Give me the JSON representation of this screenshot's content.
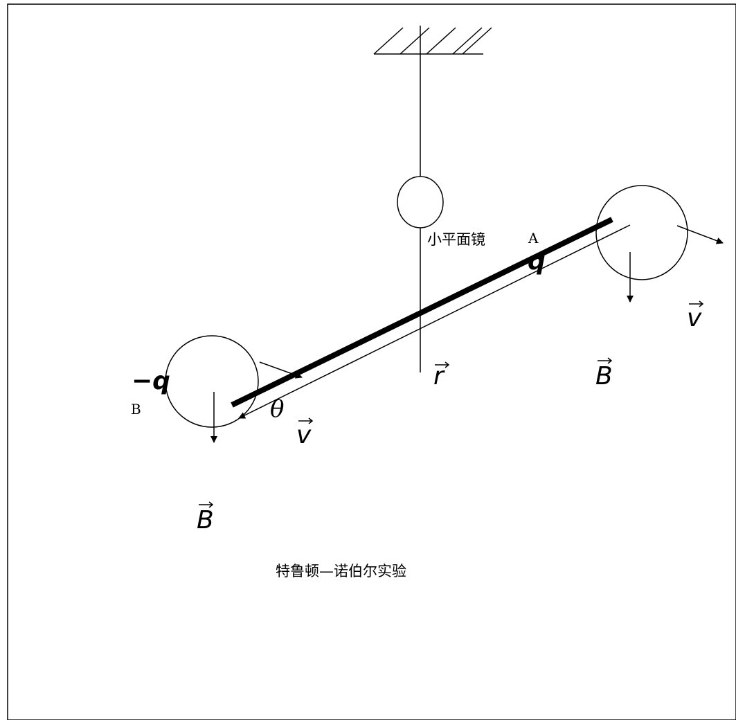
{
  "labels": {
    "mirror": "小平面镜",
    "point_a": "A",
    "point_b": "B",
    "charge_pos": "q",
    "charge_neg": "−q",
    "r_vec": "r",
    "v_right": "v",
    "v_left": "v",
    "b_right": "B",
    "b_left": "B",
    "angle": "θ",
    "caption": "特鲁顿—诺伯尔实验"
  },
  "colors": {
    "stroke": "#000000",
    "background": "#ffffff"
  }
}
